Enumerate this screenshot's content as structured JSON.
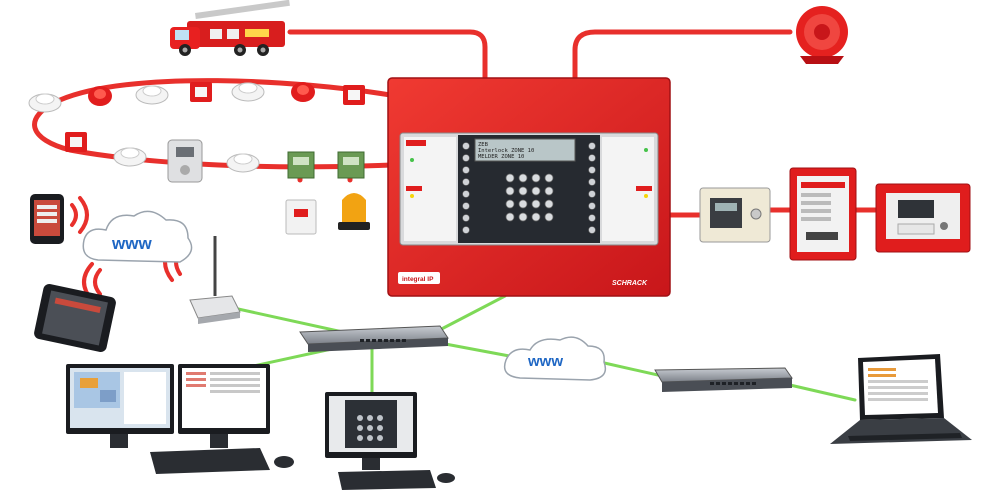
{
  "cloud_label_left": "www",
  "cloud_label_center": "www",
  "panel": {
    "logo_left": "integral IP",
    "logo_right": "SCHRACK",
    "display_line1": "ZEB",
    "display_line2": "Interlock  ZONE 10",
    "display_line3": "MELDER ZONE 10",
    "left_keys": [
      "",
      "",
      "",
      "",
      "",
      "",
      "",
      "",
      ""
    ],
    "right_keys": [
      "",
      "",
      "",
      "",
      "",
      "",
      "",
      "",
      ""
    ]
  },
  "colors": {
    "panel_red": "#e01f1f",
    "cable_red": "#e8302c",
    "network_green": "#7ed957",
    "device_red": "#d81e1e"
  },
  "icons": {
    "truck": "fire-truck-icon",
    "siren": "alarm-siren-icon",
    "smartphone": "smartphone-icon",
    "tablet": "tablet-icon",
    "router": "wifi-router-icon",
    "switch": "network-switch-icon",
    "laptop": "laptop-icon"
  }
}
